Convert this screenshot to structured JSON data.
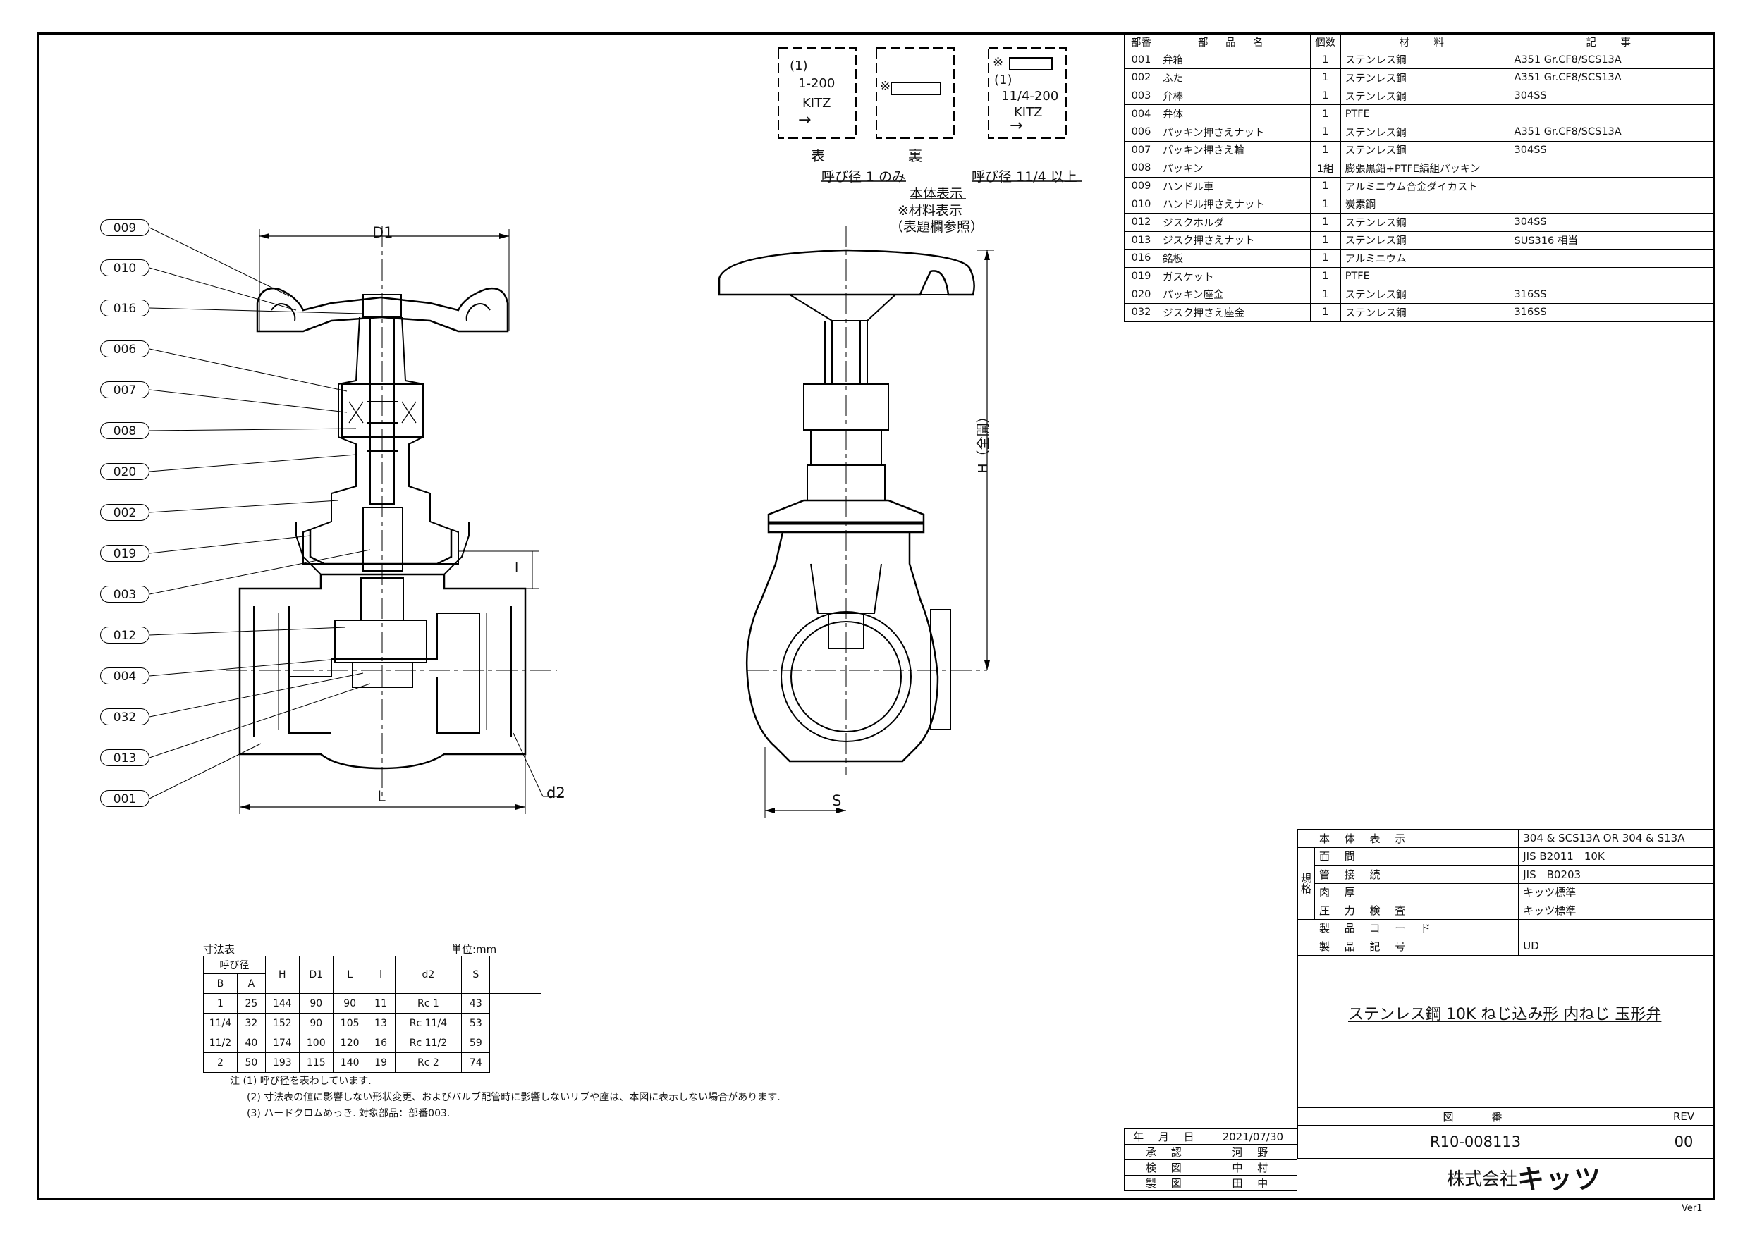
{
  "parts_table": {
    "headers": [
      "部番",
      "部 品 名",
      "個数",
      "材　料",
      "記　事"
    ],
    "rows": [
      [
        "001",
        "弁箱",
        "1",
        "ステンレス鋼",
        "A351 Gr.CF8/SCS13A"
      ],
      [
        "002",
        "ふた",
        "1",
        "ステンレス鋼",
        "A351 Gr.CF8/SCS13A"
      ],
      [
        "003",
        "弁棒",
        "1",
        "ステンレス鋼",
        "304SS"
      ],
      [
        "004",
        "弁体",
        "1",
        "PTFE",
        ""
      ],
      [
        "006",
        "パッキン押さえナット",
        "1",
        "ステンレス鋼",
        "A351 Gr.CF8/SCS13A"
      ],
      [
        "007",
        "パッキン押さえ輪",
        "1",
        "ステンレス鋼",
        "304SS"
      ],
      [
        "008",
        "パッキン",
        "1組",
        "膨張黒鉛+PTFE編組パッキン",
        ""
      ],
      [
        "009",
        "ハンドル車",
        "1",
        "アルミニウム合金ダイカスト",
        ""
      ],
      [
        "010",
        "ハンドル押さえナット",
        "1",
        "炭素鋼",
        ""
      ],
      [
        "012",
        "ジスクホルダ",
        "1",
        "ステンレス鋼",
        "304SS"
      ],
      [
        "013",
        "ジスク押さえナット",
        "1",
        "ステンレス鋼",
        "SUS316 相当"
      ],
      [
        "016",
        "銘板",
        "1",
        "アルミニウム",
        ""
      ],
      [
        "019",
        "ガスケット",
        "1",
        "PTFE",
        ""
      ],
      [
        "020",
        "パッキン座金",
        "1",
        "ステンレス鋼",
        "316SS"
      ],
      [
        "032",
        "ジスク押さえ座金",
        "1",
        "ステンレス鋼",
        "316SS"
      ]
    ]
  },
  "marking": {
    "box1": [
      "(1)",
      "1-200",
      "KITZ",
      "→"
    ],
    "box2": [
      "※"
    ],
    "box3": [
      "※",
      "(1)",
      "11/4-200",
      "KITZ",
      "→"
    ],
    "label_front": "表",
    "label_back": "裏",
    "size1": "呼び径 1 のみ",
    "size2": "呼び径 11/4 以上",
    "title": "本体表示",
    "note1": "※材料表示",
    "note2": "（表題欄参照）"
  },
  "callouts": [
    "009",
    "010",
    "016",
    "006",
    "007",
    "008",
    "020",
    "002",
    "019",
    "003",
    "012",
    "004",
    "032",
    "013",
    "001"
  ],
  "dimension_labels": {
    "d1": "D1",
    "l": "L",
    "d2": "d2",
    "s": "S",
    "h": "H（全開）",
    "small_l": "l"
  },
  "spec_table": {
    "group_label": "規格",
    "rows": [
      {
        "label": "本 体 表 示",
        "value": "304 & SCS13A OR 304 & S13A",
        "grouped": false
      },
      {
        "label": "面 間",
        "value": "JIS B2011　10K",
        "grouped": true
      },
      {
        "label": "管 接 続",
        "value": "JIS　B0203",
        "grouped": true
      },
      {
        "label": "肉 厚",
        "value": "キッツ標準",
        "grouped": true
      },
      {
        "label": "圧 力 検 査",
        "value": "キッツ標準",
        "grouped": true
      },
      {
        "label": "製 品 コ ー ド",
        "value": "",
        "grouped": false
      },
      {
        "label": "製 品 記 号",
        "value": "UD",
        "grouped": false
      }
    ]
  },
  "product_title": "ステンレス鋼 10K ねじ込み形 内ねじ 玉形弁",
  "drawing_no_label": "図　　番",
  "rev_label": "REV",
  "drawing_no": "R10-008113",
  "rev": "00",
  "company": "株式会社",
  "company_brand": "キッツ",
  "approval": [
    [
      "年 月 日",
      "2021/07/30"
    ],
    [
      "承 認",
      "河 野"
    ],
    [
      "検 図",
      "中 村"
    ],
    [
      "製 図",
      "田 中"
    ]
  ],
  "dim_table": {
    "title": "寸法表",
    "unit": "単位:mm",
    "nominal": "呼び径",
    "headers": [
      "B",
      "A",
      "H",
      "D1",
      "L",
      "l",
      "d2",
      "S"
    ],
    "rows": [
      [
        "1",
        "25",
        "144",
        "90",
        "90",
        "11",
        "Rc 1",
        "43"
      ],
      [
        "11/4",
        "32",
        "152",
        "90",
        "105",
        "13",
        "Rc 11/4",
        "53"
      ],
      [
        "11/2",
        "40",
        "174",
        "100",
        "120",
        "16",
        "Rc 11/2",
        "59"
      ],
      [
        "2",
        "50",
        "193",
        "115",
        "140",
        "19",
        "Rc 2",
        "74"
      ]
    ],
    "notes": [
      "注 (1) 呼び径を表わしています.",
      "(2) 寸法表の値に影響しない形状変更、およびバルブ配管時に影響しないリブや座は、本図に表示しない場合があります.",
      "(3) ハードクロムめっき. 対象部品：部番003."
    ]
  },
  "version": "Ver1"
}
